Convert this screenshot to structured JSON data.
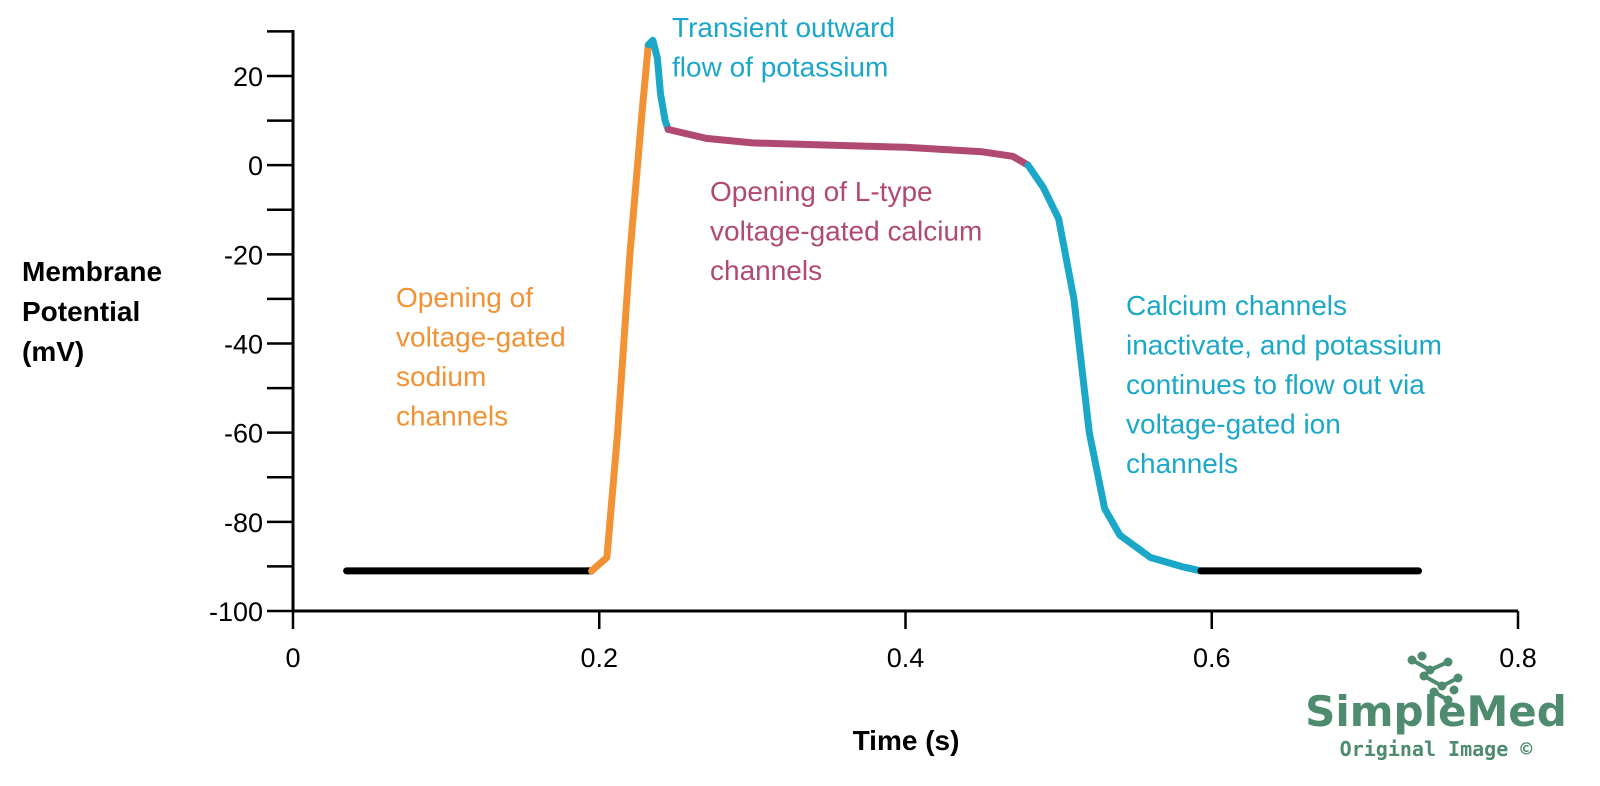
{
  "chart_data": {
    "type": "line",
    "title": "",
    "xlabel": "Time (s)",
    "ylabel_lines": [
      "Membrane",
      "Potential",
      "(mV)"
    ],
    "xlim": [
      0,
      0.8
    ],
    "ylim": [
      -100,
      30
    ],
    "x_ticks": [
      0,
      0.2,
      0.4,
      0.6,
      0.8
    ],
    "x_tick_labels": [
      "0",
      "0.2",
      "0.4",
      "0.6",
      "0.8"
    ],
    "y_ticks": [
      20,
      0,
      -20,
      -40,
      -60,
      -80,
      -100
    ],
    "y_tick_labels": [
      "20",
      "0",
      "-20",
      "-40",
      "-60",
      "-80",
      "-100"
    ],
    "y_minor_ticks": [
      30,
      10,
      -10,
      -30,
      -50,
      -70,
      -90
    ],
    "grid": false,
    "legend": "none",
    "series": [
      {
        "color": "#000000",
        "x": [
          0.035,
          0.195
        ],
        "y": [
          -91,
          -91
        ]
      },
      {
        "color": "#f39234",
        "x": [
          0.195,
          0.205,
          0.212,
          0.22,
          0.228,
          0.232
        ],
        "y": [
          -91,
          -88,
          -60,
          -20,
          12,
          27
        ]
      },
      {
        "color": "#1ba8c8",
        "x": [
          0.232,
          0.235,
          0.238,
          0.24,
          0.243,
          0.245
        ],
        "y": [
          27,
          28,
          24,
          16,
          10,
          8
        ]
      },
      {
        "color": "#b04a72",
        "x": [
          0.245,
          0.27,
          0.3,
          0.35,
          0.4,
          0.45,
          0.47,
          0.48
        ],
        "y": [
          8,
          6,
          5,
          4.5,
          4,
          3,
          2,
          0
        ]
      },
      {
        "color": "#1ba8c8",
        "x": [
          0.48,
          0.49,
          0.5,
          0.51,
          0.52,
          0.53,
          0.54,
          0.56,
          0.58,
          0.593
        ],
        "y": [
          0,
          -5,
          -12,
          -30,
          -60,
          -77,
          -83,
          -88,
          -90,
          -91
        ]
      },
      {
        "color": "#000000",
        "x": [
          0.593,
          0.735
        ],
        "y": [
          -91,
          -91
        ]
      }
    ],
    "annotations": [
      {
        "color": "#1ba8c8",
        "lines": [
          "Transient outward",
          "flow of potassium"
        ]
      },
      {
        "color": "#b04a72",
        "lines": [
          "Opening of L-type",
          "voltage-gated calcium",
          "channels"
        ]
      },
      {
        "color": "#f39234",
        "lines": [
          "Opening of",
          "voltage-gated",
          "sodium",
          "channels"
        ]
      },
      {
        "color": "#1ba8c8",
        "lines": [
          "Calcium channels",
          "inactivate, and potassium",
          "continues to flow out via",
          "voltage-gated ion",
          "channels"
        ]
      }
    ]
  },
  "logo": {
    "name": "SimpleMed",
    "subtitle": "Original Image ©",
    "color": "#4e8b6f"
  }
}
